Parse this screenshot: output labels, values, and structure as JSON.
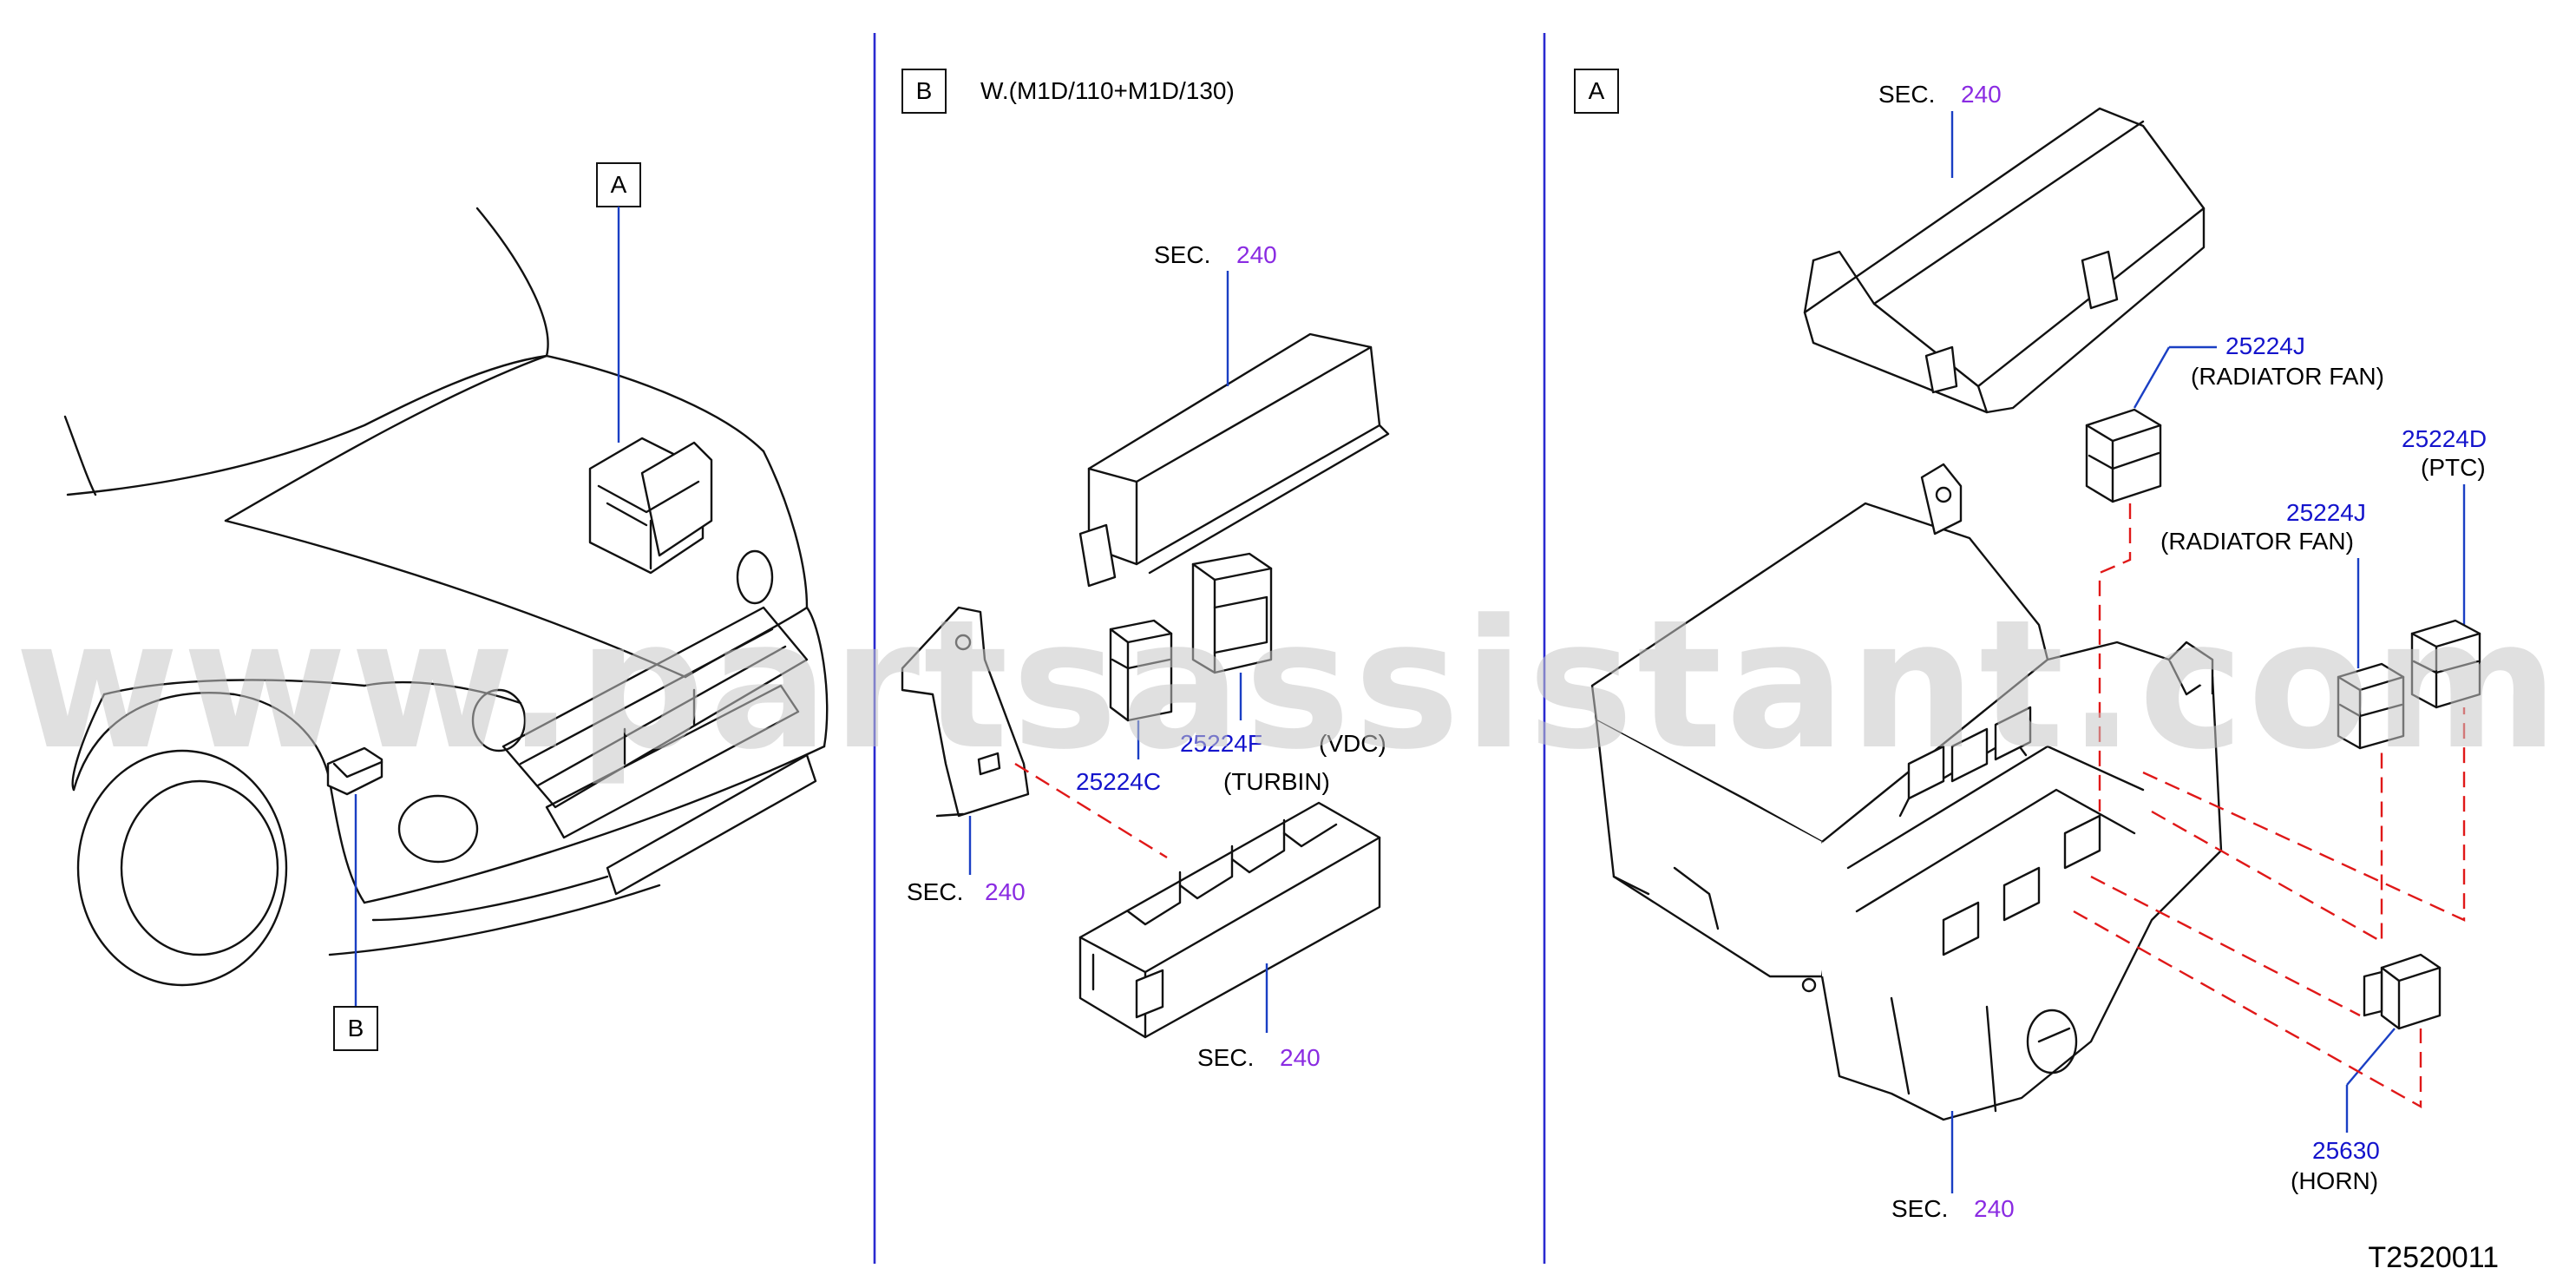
{
  "watermark": "www.partsassistant.com",
  "diagram_code": "T2520011",
  "panels": {
    "left": {
      "callout_a": "A",
      "callout_b": "B"
    },
    "middle": {
      "tag": "B",
      "variant": "W.(M1D/110+M1D/130)",
      "labels": [
        {
          "id": "sec-top",
          "prefix": "SEC.",
          "num": "240"
        },
        {
          "id": "sec-bracket",
          "prefix": "SEC.",
          "num": "240"
        },
        {
          "id": "sec-bottom",
          "prefix": "SEC.",
          "num": "240"
        }
      ],
      "parts": [
        {
          "id": "25224C",
          "part": "25224C",
          "desc": "(TURBIN)"
        },
        {
          "id": "25224F",
          "part": "25224F",
          "desc": "(VDC)"
        }
      ]
    },
    "right": {
      "tag": "A",
      "labels": [
        {
          "id": "sec-cover",
          "prefix": "SEC.",
          "num": "240"
        },
        {
          "id": "sec-box",
          "prefix": "SEC.",
          "num": "240"
        }
      ],
      "parts": [
        {
          "id": "25224J-a",
          "part": "25224J",
          "desc": "(RADIATOR   FAN)"
        },
        {
          "id": "25224D",
          "part": "25224D",
          "desc": "(PTC)"
        },
        {
          "id": "25224J-b",
          "part": "25224J",
          "desc": "(RADIATOR   FAN)"
        },
        {
          "id": "25630",
          "part": "25630",
          "desc": "(HORN)"
        }
      ]
    }
  },
  "colors": {
    "part_number": "#1414cc",
    "section_number": "#8a2be2",
    "leader_line": "#1a3fc4",
    "dashed_guide": "#e01818",
    "separator": "#2a2ad0"
  }
}
